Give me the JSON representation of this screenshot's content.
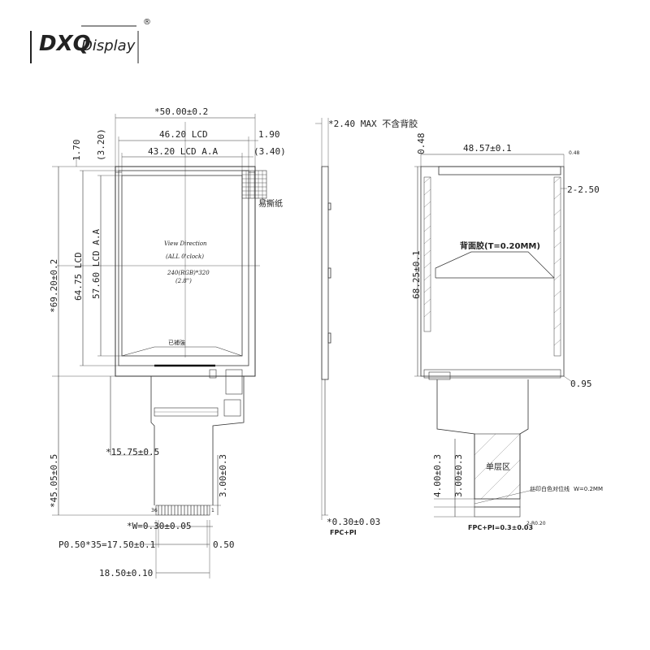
{
  "brand": {
    "name": "DXQ",
    "subtitle": "Display",
    "mark": "®"
  },
  "front_view": {
    "overall_width": "*50.00±0.2",
    "lcd_width": "46.20 LCD",
    "aa_width": "43.20 LCD A.A",
    "right_margin_top": "1.90",
    "right_margin_aa": "(3.40)",
    "left_margin_top": "(3.20)",
    "top_margin": "1.70",
    "overall_height": "*69.20±0.2",
    "lcd_height": "64.75 LCD",
    "aa_height": "57.60 LCD A.A",
    "view_direction": "View Direction",
    "view_clock": "(ALL 0'clock)",
    "resolution": "240(RGB)*320",
    "diagonal": "(2.8\")",
    "easy_tear": "易撕纸",
    "tape_label": "已補強",
    "fpc_offset": "*15.75±0.5",
    "fpc_length": "*45.05±0.5",
    "finger_length": "3.00±0.3",
    "pin_width": "*W=0.30±0.05",
    "pitch": "P0.50*35=17.50±0.1",
    "pin_gap": "0.50",
    "fpc_width": "18.50±0.10",
    "pin_first": "36",
    "pin_last": "1"
  },
  "side_view": {
    "thickness": "*2.40 MAX 不含背胶",
    "fpc_thickness": "*0.30±0.03",
    "fpc_material": "FPC+PI"
  },
  "back_view": {
    "top_offset": "0.48",
    "width": "48.57±0.1",
    "corner": "0.48",
    "side_gap": "2-2.50",
    "back_label": "背面胶(T=0.20MM)",
    "height": "68.25±0.1",
    "bottom_gap": "0.95",
    "single_layer": "单层区",
    "stiffener_len": "4.00±0.3",
    "finger_len": "3.00±0.3",
    "silk_label": "丝印白色对位线",
    "silk_width": "W=0.2MM",
    "fpc_material": "FPC+PI=0.3±0.03",
    "pad_note": "2-R0.20"
  }
}
